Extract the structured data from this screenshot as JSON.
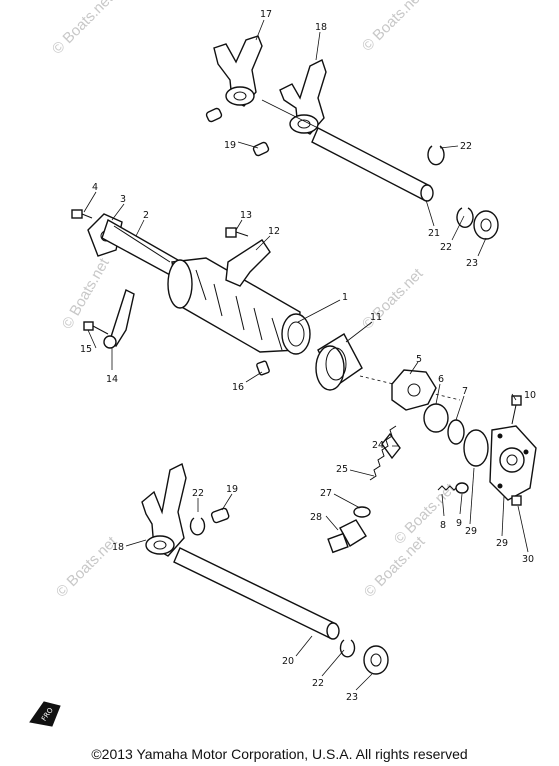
{
  "watermarks": [
    "© Boats.net",
    "© Boats.net",
    "© Boats.net",
    "© Boats.net",
    "© Boats.net",
    "© Boats.net",
    "© Boats.net"
  ],
  "callouts": {
    "c1": "1",
    "c2": "2",
    "c3": "3",
    "c4": "4",
    "c5": "5",
    "c6": "6",
    "c7": "7",
    "c8": "8",
    "c9": "9",
    "c10": "10",
    "c11": "11",
    "c12": "12",
    "c13": "13",
    "c14": "14",
    "c15": "15",
    "c16": "16",
    "c17": "17",
    "c18a": "18",
    "c18b": "18",
    "c19a": "19",
    "c19b": "19",
    "c20": "20",
    "c21": "21",
    "c22a": "22",
    "c22b": "22",
    "c22c": "22",
    "c22d": "22",
    "c23a": "23",
    "c23b": "23",
    "c24": "24",
    "c25": "25",
    "c27": "27",
    "c28": "28",
    "c29a": "29",
    "c29b": "29",
    "c30": "30"
  },
  "fro_mark": "FRO",
  "copyright": "©2013 Yamaha Motor Corporation, U.S.A. All rights reserved"
}
